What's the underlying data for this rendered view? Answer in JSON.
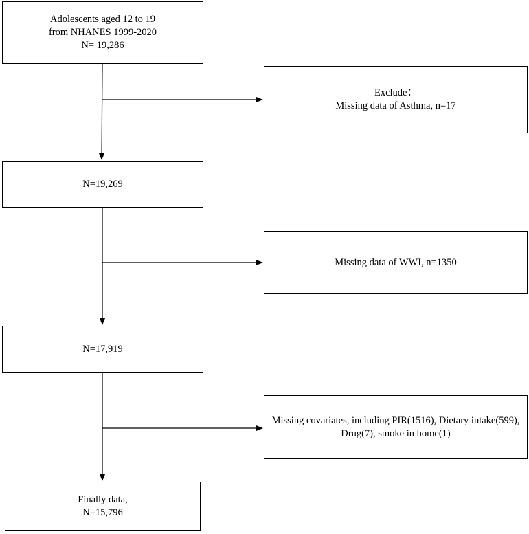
{
  "diagram": {
    "boxes": {
      "start": {
        "lines": [
          "Adolescents aged 12 to 19",
          "from NHANES 1999-2020",
          "N= 19,286"
        ]
      },
      "step2": {
        "lines": [
          "N=19,269"
        ]
      },
      "step3": {
        "lines": [
          "N=17,919"
        ]
      },
      "final": {
        "lines": [
          "Finally data,",
          "N=15,796"
        ]
      }
    },
    "exclusions": {
      "ex1": {
        "lines": [
          "Exclude：",
          "Missing data of Asthma, n=17"
        ]
      },
      "ex2": {
        "lines": [
          "Missing data of WWI, n=1350"
        ]
      },
      "ex3": {
        "lines": [
          "Missing covariates, including PIR(1516), Dietary intake(599),",
          "Drug(7), smoke in home(1)"
        ]
      }
    },
    "colors": {
      "stroke": "#000000",
      "fill": "#ffffff"
    }
  }
}
